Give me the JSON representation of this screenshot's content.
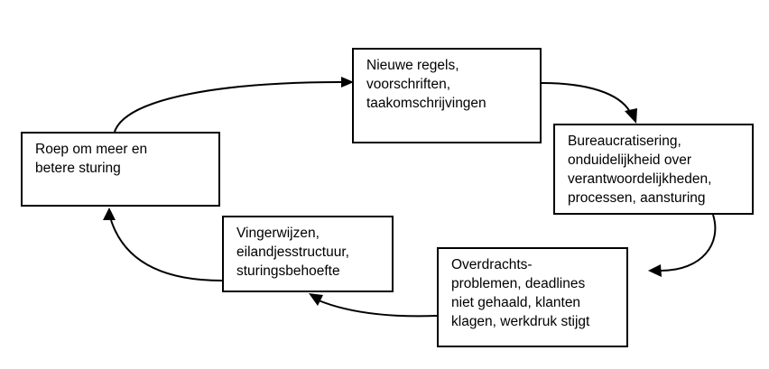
{
  "diagram": {
    "nodes": [
      {
        "id": "nieuwe-regels",
        "lines": [
          "Nieuwe regels,",
          "voorschriften,",
          "taakomschrijvingen"
        ]
      },
      {
        "id": "bureaucratisering",
        "lines": [
          "Bureaucratisering,",
          "onduidelijkheid over",
          "verantwoordelijkheden,",
          "processen, aansturing"
        ]
      },
      {
        "id": "overdracht",
        "lines": [
          "Overdrachts-",
          "problemen, deadlines",
          "niet gehaald, klanten",
          "klagen, werkdruk stijgt"
        ]
      },
      {
        "id": "vingerwijzen",
        "lines": [
          "Vingerwijzen,",
          "eilandjesstructuur,",
          "sturingsbehoefte"
        ]
      },
      {
        "id": "roep",
        "lines": [
          "Roep om meer en",
          "betere sturing"
        ]
      }
    ],
    "edges": [
      {
        "from": "roep",
        "to": "nieuwe-regels"
      },
      {
        "from": "nieuwe-regels",
        "to": "bureaucratisering"
      },
      {
        "from": "bureaucratisering",
        "to": "overdracht"
      },
      {
        "from": "overdracht",
        "to": "vingerwijzen"
      },
      {
        "from": "vingerwijzen",
        "to": "roep"
      }
    ],
    "colors": {
      "line": "#000000",
      "box_border": "#000000",
      "background": "#ffffff",
      "text": "#000000"
    }
  }
}
